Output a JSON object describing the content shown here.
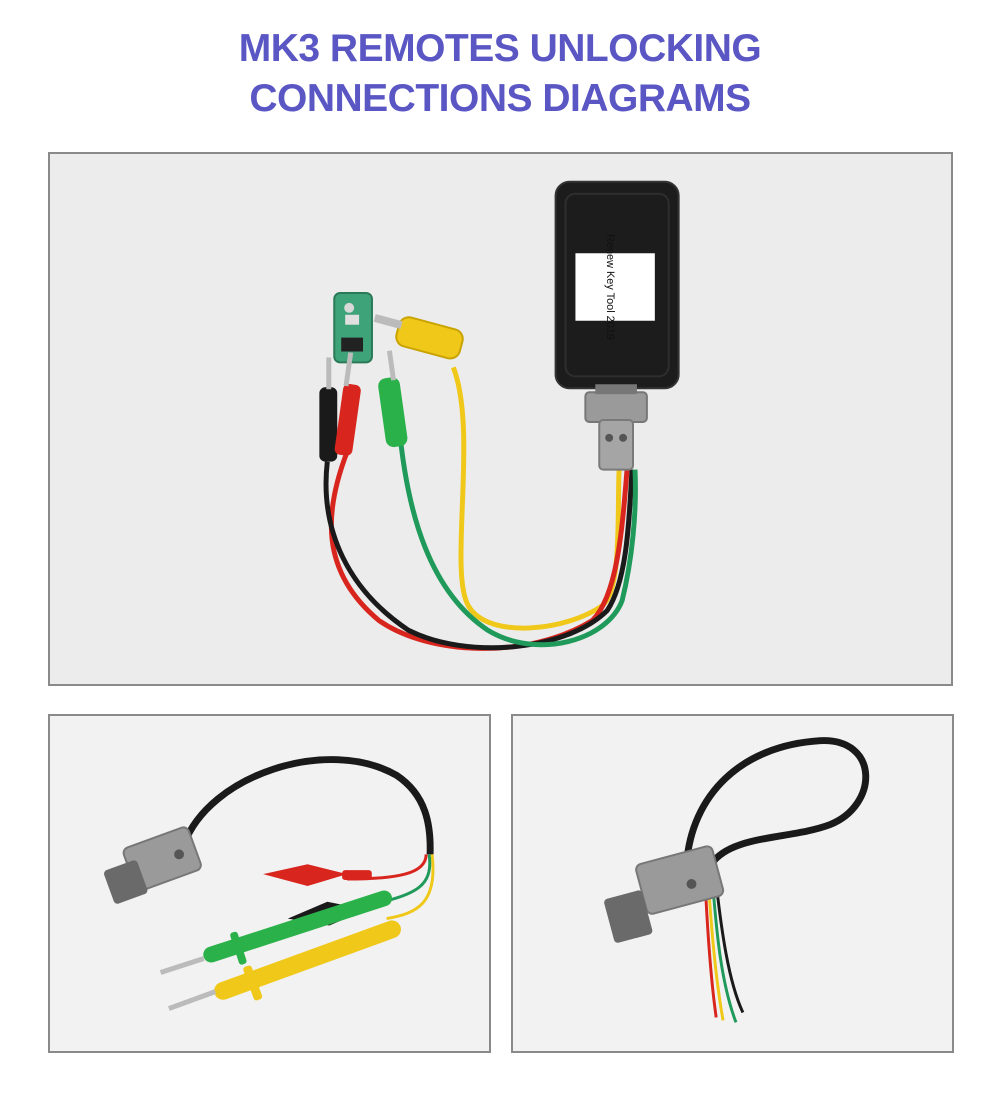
{
  "title": {
    "line1": "MK3 REMOTES UNLOCKING",
    "line2": "CONNECTIONS DIAGRAMS"
  },
  "main_photo": {
    "device_label": "Renew Key Tool 2019"
  },
  "colors": {
    "title": "#5a56c4",
    "wire_red": "#d8261f",
    "wire_black": "#1a1a1a",
    "wire_green": "#1f9a5a",
    "wire_yellow": "#f0c81a",
    "device_body": "#1c1c1c",
    "connector_gray": "#9a9a9a"
  }
}
